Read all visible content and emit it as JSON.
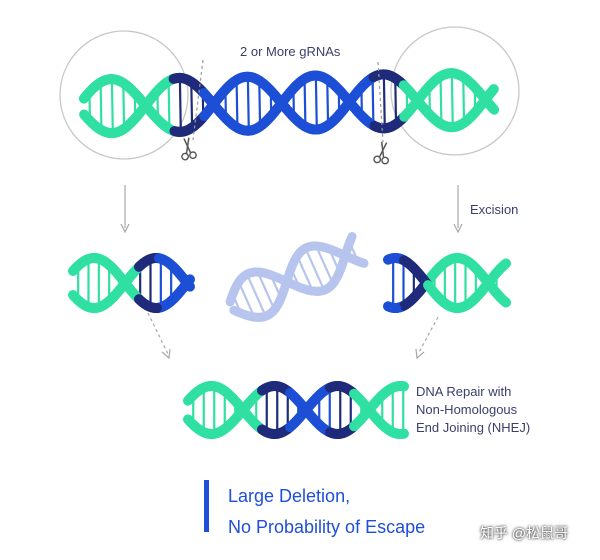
{
  "labels": {
    "grnas": "2 or More gRNAs",
    "excision": "Excision",
    "repair": [
      "DNA Repair with",
      "Non-Homologous",
      "End Joining (NHEJ)"
    ]
  },
  "conclusion": {
    "line1": "Large Deletion,",
    "line2": "No Probability of Escape"
  },
  "watermark": "知乎 @松鼠哥",
  "icons": {
    "cut": "scissors-icon",
    "arrow": "arrow-down-icon"
  },
  "colors": {
    "green": "#2fe0a2",
    "blue": "#1c4fd6",
    "navy": "#1f2b7a",
    "excised": "#b7c5ee",
    "conclusion": "#1e4fd8",
    "label": "#3a3f6b",
    "circle": "#c8c8c8"
  }
}
